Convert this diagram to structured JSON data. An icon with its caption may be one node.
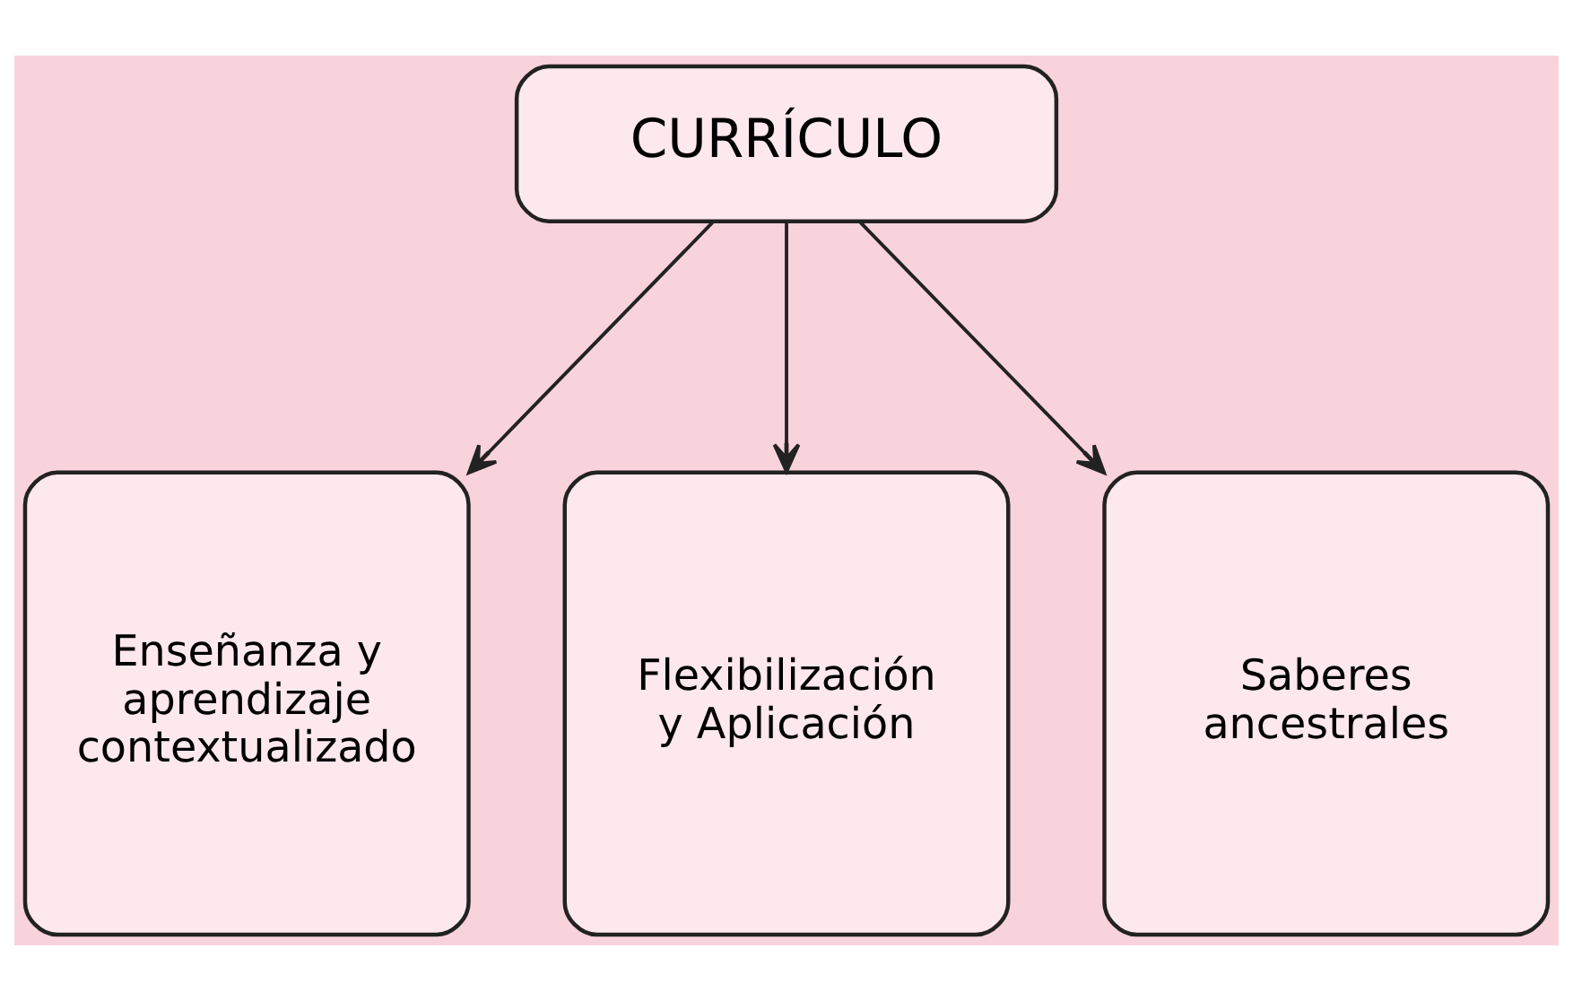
{
  "diagram": {
    "nodes": [
      {
        "text": [
          "CURRÍCULO"
        ]
      },
      {
        "text": [
          "Enseñanza y aprendizaje contextualizado"
        ]
      },
      {
        "text": [
          "Flexibilización y Aplicación"
        ]
      },
      {
        "text": [
          "Saberes ancestrales"
        ]
      }
    ],
    "edges": [
      {
        "from": 0,
        "to": 1,
        "arrow": "to"
      },
      {
        "from": 0,
        "to": 2,
        "arrow": "to"
      },
      {
        "from": 0,
        "to": 3,
        "arrow": "to"
      }
    ]
  }
}
